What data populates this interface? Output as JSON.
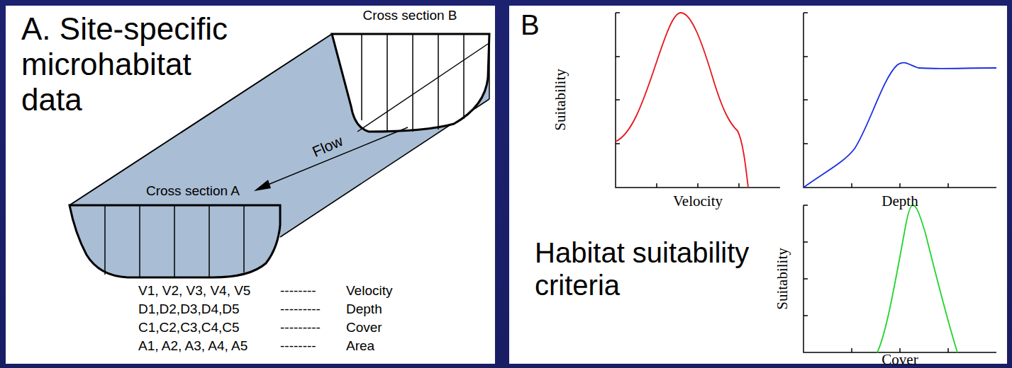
{
  "diagram": {
    "nodes": [
      {
        "text": [
          "A. Site-specific microhabitat data"
        ]
      },
      {
        "text": [
          "B",
          "Habitat suitability criteria"
        ]
      }
    ],
    "labels": [
      "Cross section B",
      "Flow",
      "Cross section A",
      "V1, V2, V3, V4, V5",
      "--------",
      "Velocity",
      "D1,D2,D3,D4,D5",
      "---------",
      "Depth",
      "C1,C2,C3,C4,C5",
      "---------",
      "Cover",
      "A1, A2, A3, A4, A5",
      "--------",
      "Area",
      "Suitability",
      "Velocity",
      "Depth",
      "Suitability",
      "Cover"
    ]
  }
}
